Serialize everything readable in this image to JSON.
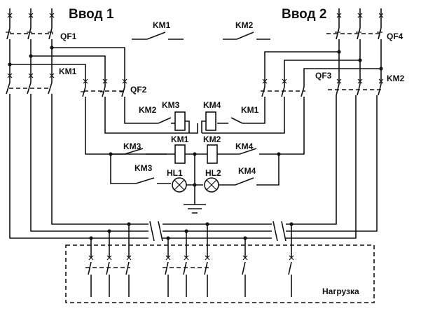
{
  "inputs": {
    "input1": "Ввод 1",
    "input2": "Ввод 2"
  },
  "labels": {
    "qf1": "QF1",
    "qf2": "QF2",
    "qf3": "QF3",
    "qf4": "QF4",
    "km1_top": "KM1",
    "km2_top": "KM2",
    "km1_left_sw": "KM1",
    "km2_right_sw": "KM2",
    "km2_ctrl_left": "KM2",
    "km1_ctrl_right": "KM1",
    "km3_coil": "KM3",
    "km4_coil": "KM4",
    "km1_coil": "KM1",
    "km2_coil": "KM2",
    "km3_contact": "KM3",
    "km4_contact": "KM4",
    "km3_lamp_contact": "KM3",
    "km4_lamp_contact": "KM4",
    "hl1": "HL1",
    "hl2": "HL2",
    "load": "Нагрузка"
  }
}
